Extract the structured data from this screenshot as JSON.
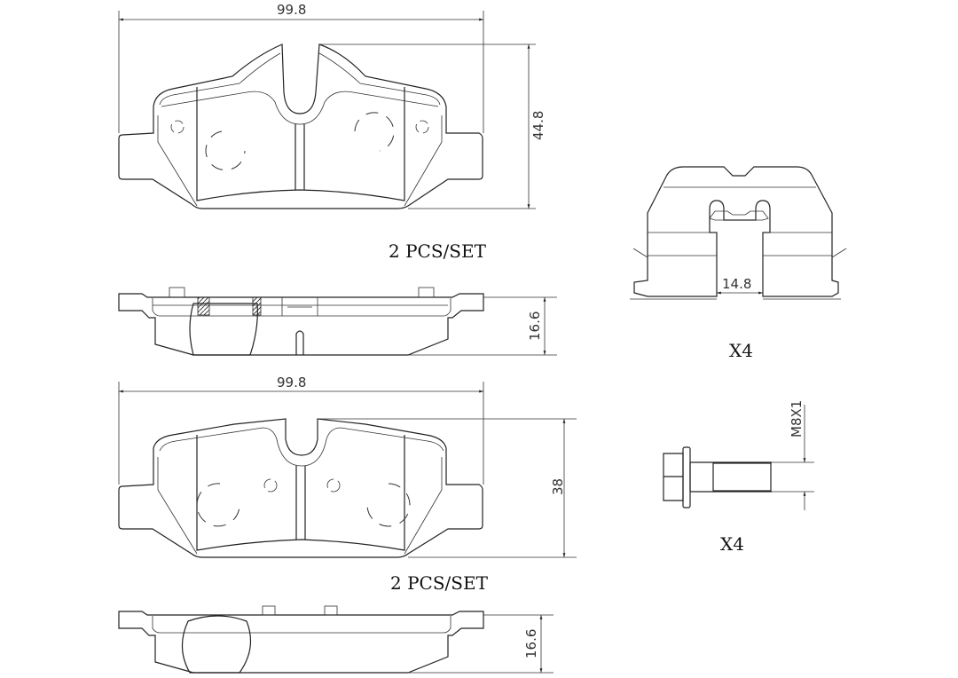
{
  "title": "Brake pad set technical drawing",
  "pads": [
    {
      "width_dim": "99.8",
      "height_dim": "44.8",
      "thickness_dim": "16.6",
      "qty_label": "2 PCS/SET"
    },
    {
      "width_dim": "99.8",
      "height_dim": "38",
      "thickness_dim": "16.6",
      "qty_label": "2 PCS/SET"
    }
  ],
  "clip": {
    "gap_dim": "14.8",
    "qty_label": "X4"
  },
  "bolt": {
    "thread_dim": "M8X1",
    "qty_label": "X4"
  },
  "colors": {
    "line": "#222222",
    "background": "#ffffff"
  }
}
